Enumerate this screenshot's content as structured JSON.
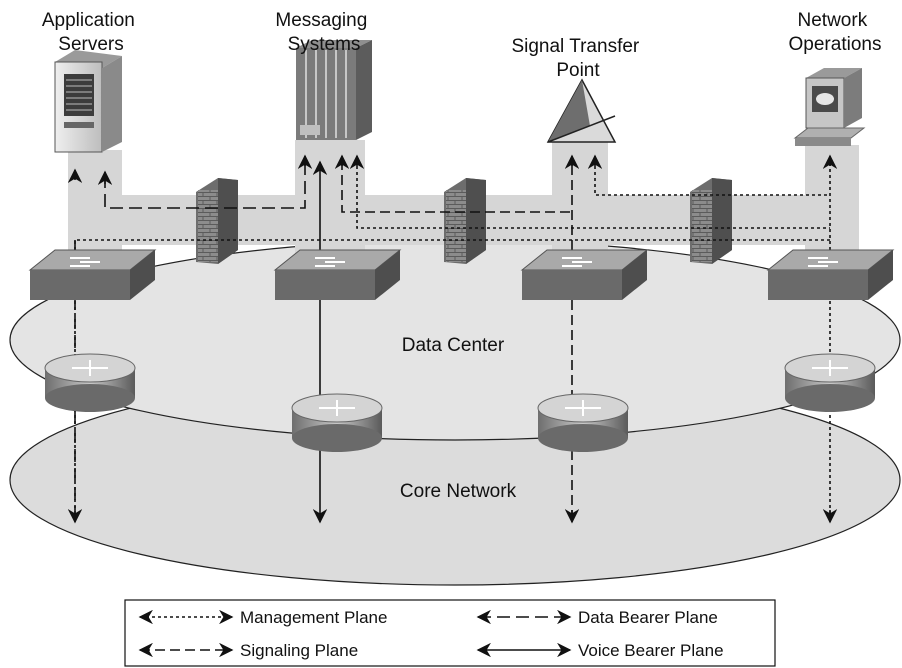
{
  "nodes": {
    "application_servers": "Application\nServers",
    "messaging_systems": "Messaging\nSystems",
    "signal_transfer_point": "Signal Transfer\nPoint",
    "network_operations": "Network\nOperations"
  },
  "zones": {
    "data_center": "Data Center",
    "core_network": "Core Network"
  },
  "legend": {
    "management_plane": "Management Plane",
    "data_bearer_plane": "Data Bearer Plane",
    "signaling_plane": "Signaling Plane",
    "voice_bearer_plane": "Voice Bearer Plane"
  },
  "colors": {
    "column_fill": "#d6d6d6",
    "ellipse_fill": "#dedede",
    "line_color": "#111111"
  }
}
